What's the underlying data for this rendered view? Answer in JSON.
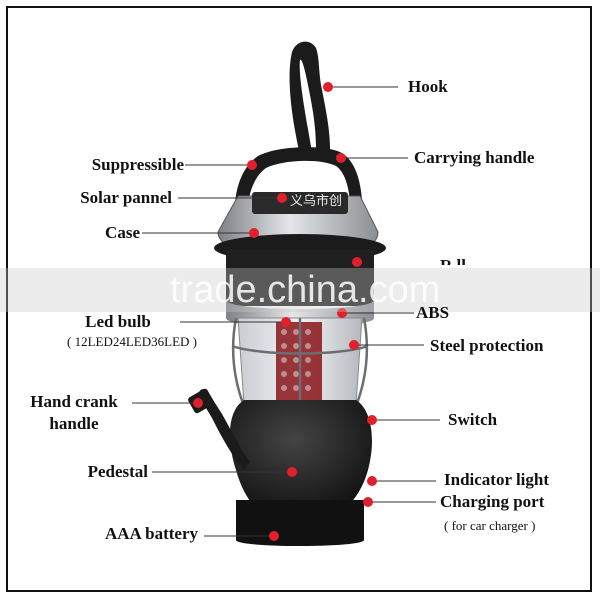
{
  "labels": {
    "hook": "Hook",
    "carrying_handle": "Carrying handle",
    "suppressible": "Suppressible",
    "solar_pannel": "Solar pannel",
    "case": "Case",
    "partial_label": "R             ll",
    "abs": "ABS",
    "led_bulb": "Led bulb",
    "led_bulb_sub": "( 12LED24LED36LED )",
    "steel_protection": "Steel protection",
    "hand_crank_1": "Hand crank",
    "hand_crank_2": "handle",
    "switch": "Switch",
    "pedestal": "Pedestal",
    "indicator_light": "Indicator light",
    "charging_port": "Charging port",
    "charging_port_sub": "( for car charger )",
    "aaa_battery": "AAA battery"
  },
  "watermark": "trade.china.com",
  "overlay_text": "义乌市创",
  "colors": {
    "marker": "#e0202a",
    "leader": "#333333",
    "body": "#1b1b1b",
    "silver": "#b9bcc0"
  }
}
